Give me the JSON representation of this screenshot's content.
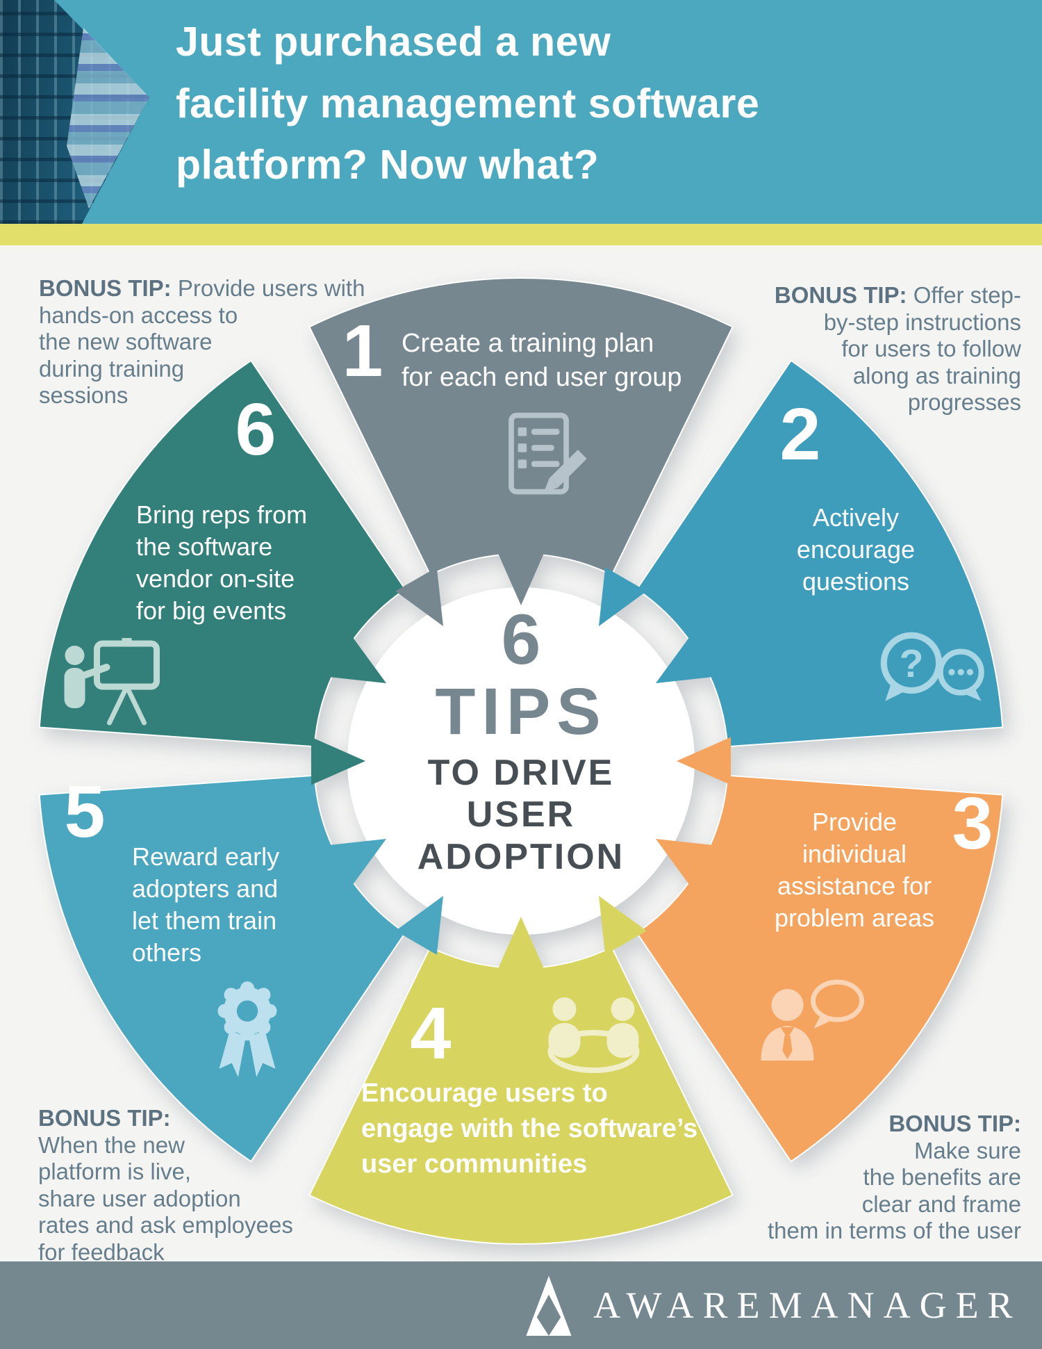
{
  "header": {
    "title_lines": [
      "Just purchased a new",
      "facility management software",
      "platform? Now what?"
    ]
  },
  "bonus_tips": {
    "top_left": {
      "label": "BONUS TIP:",
      "lines": [
        "Provide users with",
        "hands-on access to",
        "the new software",
        "during training",
        "sessions"
      ]
    },
    "top_right": {
      "label": "BONUS TIP:",
      "lines": [
        "Offer step-",
        "by-step instructions",
        "for users to follow",
        "along as training",
        "progresses"
      ]
    },
    "bottom_left": {
      "label": "BONUS TIP:",
      "lines": [
        "When the new",
        "platform is live,",
        "share user adoption",
        "rates and ask employees",
        "for feedback"
      ]
    },
    "bottom_right": {
      "label": "BONUS TIP:",
      "lines": [
        "Make sure",
        "the benefits are",
        "clear and frame",
        "them in terms of the user"
      ]
    }
  },
  "wheel": {
    "center": {
      "count": "6",
      "word": "TIPS",
      "subtitle_lines": [
        "TO DRIVE",
        "USER",
        "ADOPTION"
      ]
    },
    "segments": [
      {
        "number": "1",
        "color": "#76878F",
        "icon": "checklist-pencil-icon",
        "icon_color": "#B6C3CA",
        "lines": [
          "Create a training plan",
          "for each end user group"
        ]
      },
      {
        "number": "2",
        "color": "#3F9DBC",
        "icon": "question-bubbles-icon",
        "icon_color": "#A9D6E5",
        "lines": [
          "Actively",
          "encourage",
          "questions"
        ]
      },
      {
        "number": "3",
        "color": "#F5A45F",
        "icon": "person-speech-bubble-icon",
        "icon_color": "#FAD4B4",
        "lines": [
          "Provide",
          "individual",
          "assistance for",
          "problem areas"
        ]
      },
      {
        "number": "4",
        "color": "#D7D45F",
        "icon": "user-community-icon",
        "icon_color": "#F1EECA",
        "lines": [
          "Encourage users to",
          "engage with the software’s",
          "user communities"
        ]
      },
      {
        "number": "5",
        "color": "#4BA6BF",
        "icon": "award-ribbon-icon",
        "icon_color": "#BCE0ED",
        "lines": [
          "Reward early",
          "adopters and",
          "let them train",
          "others"
        ]
      },
      {
        "number": "6",
        "color": "#33807A",
        "icon": "presenter-icon",
        "icon_color": "#BCD9D3",
        "lines": [
          "Bring reps from",
          "the software",
          "vendor on-site",
          "for big events"
        ]
      }
    ]
  },
  "footer": {
    "brand": "AWAREMANAGER"
  },
  "colors": {
    "header_bg": "#4BA8BF",
    "stripe": "#E2DF6B",
    "body_bg": "#F4F5F3",
    "footer_bg": "#76888F",
    "tip_text": "#667D8C",
    "center_title": "#76878F",
    "center_subtitle": "#474F54",
    "center_circle": "#FFFFFF"
  }
}
